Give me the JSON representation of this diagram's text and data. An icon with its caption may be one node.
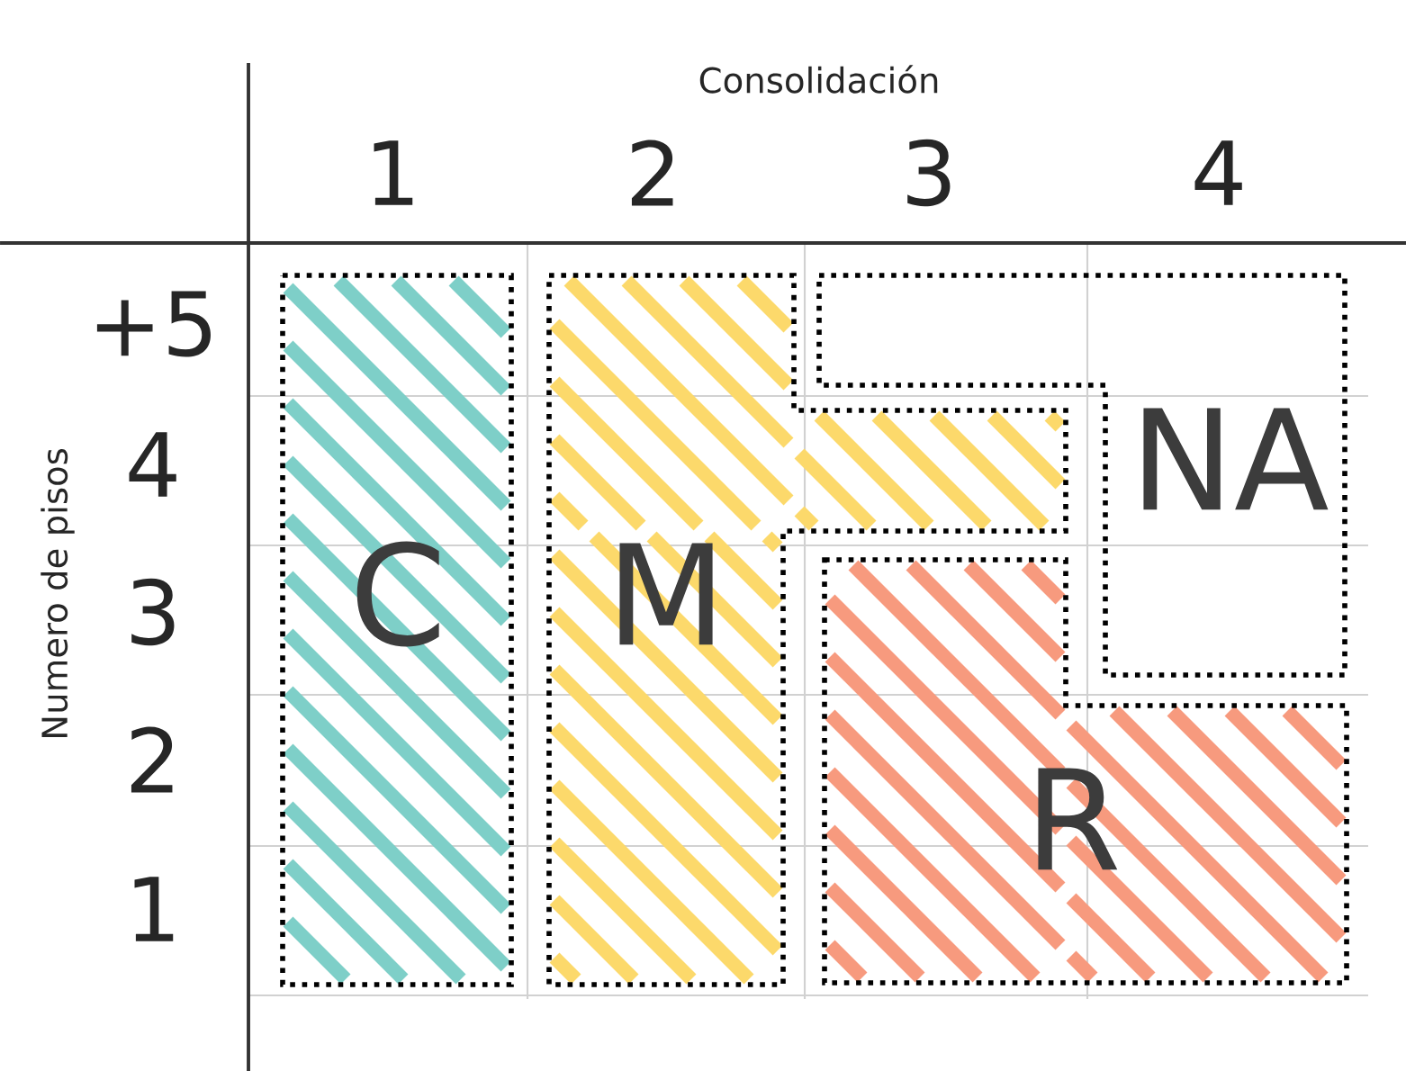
{
  "diagram": {
    "nodes": [
      {
        "text": [
          "C"
        ]
      },
      {
        "text": [
          "M"
        ]
      },
      {
        "text": [
          "NA"
        ]
      },
      {
        "text": [
          "R"
        ]
      }
    ],
    "labels": [
      "Consolidación",
      "1",
      "2",
      "3",
      "4",
      "Numero de pisos",
      "+5",
      "4",
      "3",
      "2",
      "1"
    ]
  }
}
